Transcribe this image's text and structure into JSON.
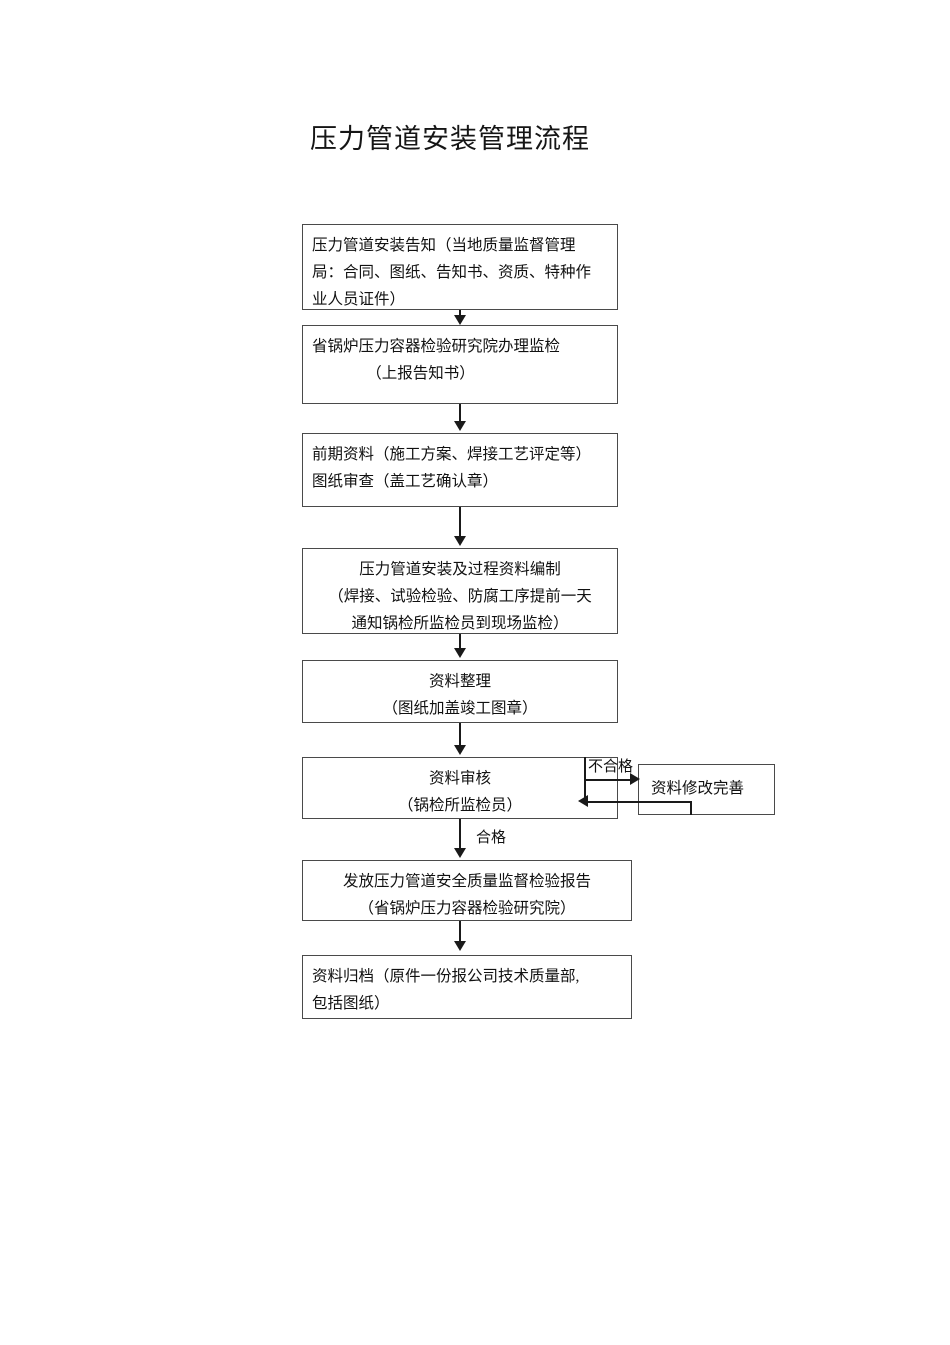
{
  "document": {
    "title": "压力管道安装管理流程"
  },
  "flow": {
    "nodes": [
      {
        "id": "node1",
        "name": "pressure-pipe-installation-notification",
        "align": "left",
        "lines": [
          "压力管道安装告知（当地质量监督管理",
          "局：合同、图纸、告知书、资质、特种作",
          "业人员证件）"
        ]
      },
      {
        "id": "node2",
        "name": "provincial-boiler-inspection-institute",
        "align": "left",
        "lines": [
          "省锅炉压力容器检验研究院办理监检",
          "　　　　（上报告知书）"
        ]
      },
      {
        "id": "node3",
        "name": "preliminary-documents-drawing-review",
        "align": "left",
        "lines": [
          "前期资料（施工方案、焊接工艺评定等）",
          "图纸审查（盖工艺确认章）"
        ]
      },
      {
        "id": "node4",
        "name": "installation-and-process-documentation",
        "align": "center",
        "lines": [
          "压力管道安装及过程资料编制",
          "（焊接、试验检验、防腐工序提前一天",
          "通知锅检所监检员到现场监检）"
        ]
      },
      {
        "id": "node5",
        "name": "document-organization",
        "align": "center",
        "lines": [
          "资料整理",
          "（图纸加盖竣工图章）"
        ]
      },
      {
        "id": "node6",
        "name": "document-review",
        "align": "center",
        "lines": [
          "资料审核",
          "（锅检所监检员）"
        ]
      },
      {
        "id": "node7",
        "name": "issue-safety-quality-supervision-report",
        "align": "center",
        "lines": [
          "发放压力管道安全质量监督检验报告",
          "（省锅炉压力容器检验研究院）"
        ]
      },
      {
        "id": "node8",
        "name": "document-archiving",
        "align": "left",
        "lines": [
          "资料归档（原件一份报公司技术质量部,",
          "包括图纸）"
        ]
      }
    ],
    "rework_node": {
      "id": "node-rework",
      "name": "document-revision-improvement",
      "lines": [
        "资料修改完善"
      ]
    },
    "edge_labels": {
      "reject": "不合格",
      "pass": "合格"
    }
  },
  "colors": {
    "page_background": "#ffffff",
    "box_border": "#4a4a4a",
    "connector": "#1a1a1a",
    "text": "#111111",
    "title_text": "#151515"
  }
}
